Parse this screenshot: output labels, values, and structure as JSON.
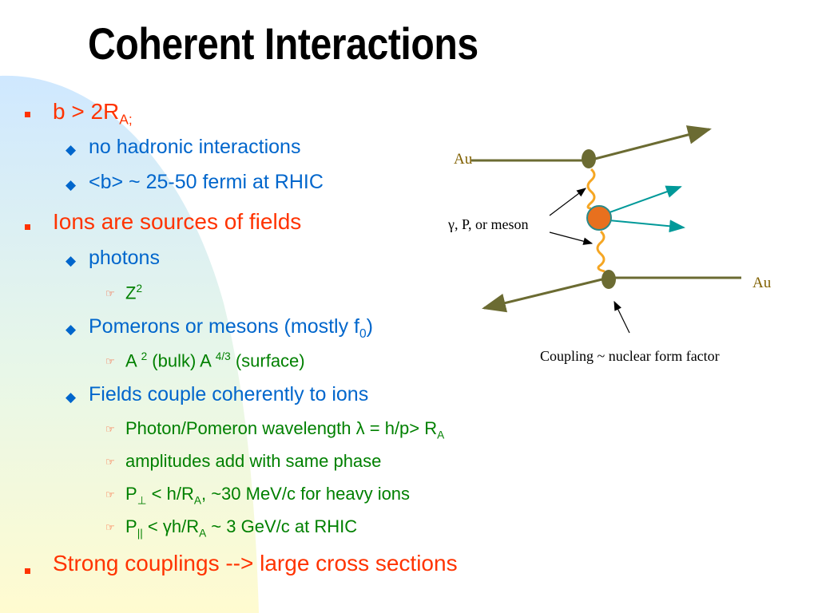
{
  "title": "Coherent Interactions",
  "bullets": {
    "b1": {
      "pre": "b > 2R",
      "sub": "A;"
    },
    "b1_1": "no hadronic interactions",
    "b1_2": "<b> ~ 25-50 fermi at RHIC",
    "b2": "Ions are sources of fields",
    "b2_1": "photons",
    "b2_1_1": {
      "pre": "Z",
      "sup": "2"
    },
    "b2_2": {
      "pre": "Pomerons or mesons (mostly f",
      "sub": "0",
      "post": ")"
    },
    "b2_2_1": {
      "a": "A ",
      "sup1": "2",
      "mid": " (bulk) A ",
      "sup2": "4/3",
      "post": " (surface)"
    },
    "b2_3": "Fields couple coherently to ions",
    "b2_3_1": {
      "pre": "Photon/Pomeron wavelength λ = h/p> R",
      "sub": "A"
    },
    "b2_3_2": "amplitudes add with same phase",
    "b2_3_3": {
      "p": "P",
      "perp": "⊥",
      "mid": " < h/R",
      "sub": "A",
      "post": ", ~30 MeV/c for heavy ions"
    },
    "b2_3_4": {
      "p": "P",
      "par": "||",
      "mid": " < γh/R",
      "sub": "A",
      "post": " ~ 3 GeV/c at RHIC"
    },
    "b3": "Strong couplings --> large cross sections"
  },
  "diagram": {
    "au_top": "Au",
    "au_bottom": "Au",
    "exchange_label": "γ, P, or meson",
    "coupling_label": "Coupling ~ nuclear form factor"
  },
  "icons": {
    "level1": "square-bullet-icon",
    "level2": "diamond-bullet-icon",
    "level3": "pointing-hand-icon"
  },
  "colors": {
    "level1": "#ff3300",
    "level2": "#0066cc",
    "level3": "#008000",
    "ion_line": "#6b6b32",
    "wavy": "#f5a623",
    "vertex": "#e8701e",
    "outgoing": "#009999"
  }
}
